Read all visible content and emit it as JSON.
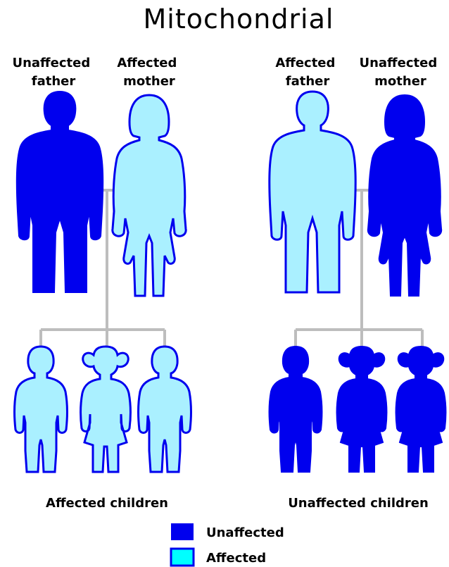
{
  "title": "Mitochondrial",
  "colors": {
    "unaffected": "#0000ee",
    "affected": "#aaf0ff",
    "affected_outline": "#0000ee",
    "legend_affected": "#00ffff",
    "connector": "#bdbdbd"
  },
  "left_family": {
    "father_label": [
      "Unaffected",
      "father"
    ],
    "mother_label": [
      "Affected",
      "mother"
    ],
    "children_label": "Affected children",
    "parents": {
      "father": "unaffected",
      "mother": "affected"
    },
    "children": [
      "affected",
      "affected",
      "affected"
    ]
  },
  "right_family": {
    "father_label": [
      "Affected",
      "father"
    ],
    "mother_label": [
      "Unaffected",
      "mother"
    ],
    "children_label": "Unaffected children",
    "parents": {
      "father": "affected",
      "mother": "unaffected"
    },
    "children": [
      "unaffected",
      "unaffected",
      "unaffected"
    ]
  },
  "legend": {
    "unaffected": "Unaffected",
    "affected": "Affected"
  }
}
